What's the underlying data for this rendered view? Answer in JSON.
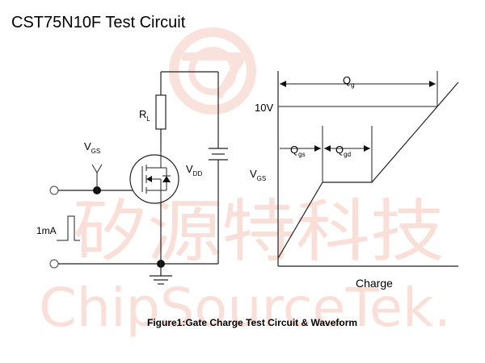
{
  "title": "CST75N10F Test Circuit",
  "watermark": {
    "cn_text": "矽源特科技",
    "en_text": "ChipSourceTek.",
    "color": "#f5c6b8"
  },
  "circuit": {
    "rl_label": "R",
    "rl_sub": "L",
    "vgs_label": "V",
    "vgs_sub": "GS",
    "vdd_label": "V",
    "vdd_sub": "DD",
    "pulse_label": "1mA"
  },
  "waveform": {
    "qg_label": "Q",
    "qg_sub": "g",
    "level_label": "10V",
    "qgs_label": "Q",
    "qgs_sub": "gs",
    "qgd_label": "Q",
    "qgd_sub": "gd",
    "y_label": "V",
    "y_sub": "GS",
    "x_label": "Charge"
  },
  "caption": "Figure1:Gate Charge Test Circuit & Waveform"
}
